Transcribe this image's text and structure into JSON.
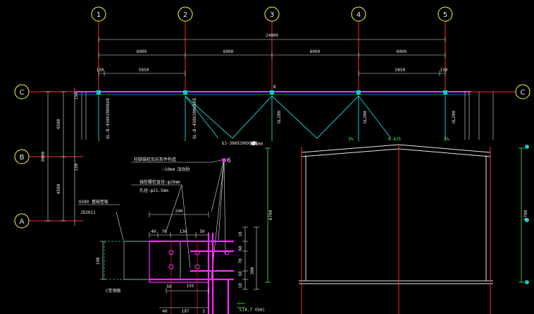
{
  "colors": {
    "background": "#000000",
    "grid_line": "#ff2a2a",
    "magenta": "#ff2bff",
    "cyan": "#19c8c8",
    "green": "#39ff39",
    "white": "#e6e6e6",
    "yellow": "#ffff33"
  },
  "axes_vertical": [
    "1",
    "2",
    "3",
    "4",
    "5"
  ],
  "axes_horizontal": [
    "C",
    "B",
    "A"
  ],
  "plan": {
    "total_dim": "24000",
    "bay_dims": [
      "6000",
      "6000",
      "6000",
      "6000"
    ],
    "end_bay_dims": [
      "150",
      "5850",
      "5850",
      "150"
    ],
    "row_dims": [
      "4500",
      "4500"
    ],
    "overall_row_dim": "9000",
    "side_dim_c": "150",
    "side_dim_b": "150",
    "beam_label_1": "GL-B-450X200X6X8",
    "beam_label_2": "GL-B-450X200X6X8",
    "beam_label_3": "GL200",
    "beam_label_4": "GL200",
    "beam_label_5": "GL200",
    "truss_label": "GJ-300X200X6X8",
    "small_label": "B"
  },
  "detail": {
    "note_1": "柱脚锚栓及抗剪件构造",
    "note_2": "~10mm 加劲肋",
    "note_3": "锚栓螺栓直径:φ20mm",
    "note_4": "孔径:φ21.5mm",
    "note_5": "6X80 基础垫板",
    "note_6": "JD2011",
    "callout": "6",
    "dim_240": "240",
    "dim_40": "40",
    "dim_70a": "70",
    "dim_130": "130",
    "dim_50a": "50",
    "dim_10a": "10",
    "dim_60": "60",
    "dim_70b": "70",
    "dim_50b": "50",
    "dim_10b": "10",
    "dim_300": "300",
    "dim_190": "190",
    "dim_155": "155",
    "dim_50c": "50",
    "dim_197": "197",
    "dim_3": "3",
    "dim_40b": "40",
    "weld_label": "C型钢板",
    "bottom_label": "L(4.7 V50)"
  },
  "section": {
    "slope_left": "5%",
    "slope_right": "5%",
    "ridge_elev": "6.425",
    "left_height": "6700",
    "right_height": "6700",
    "small_note": "3.300"
  }
}
